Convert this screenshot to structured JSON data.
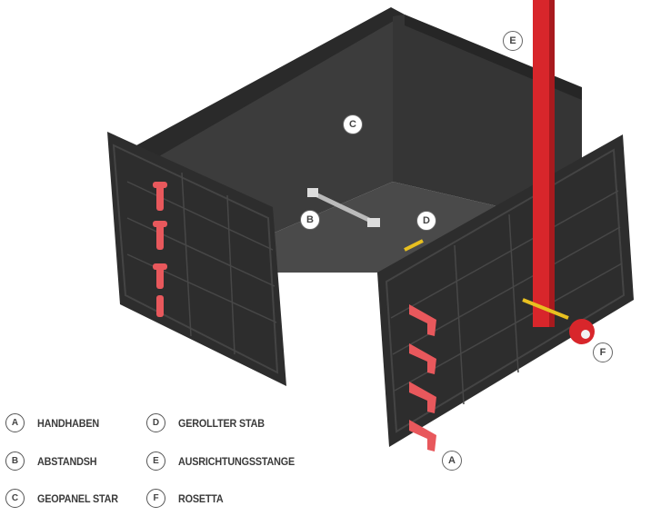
{
  "callouts": {
    "a": "A",
    "b": "B",
    "c": "C",
    "d": "D",
    "e": "E",
    "f": "F"
  },
  "legend": [
    {
      "letter": "A",
      "label": "HANDHABEN"
    },
    {
      "letter": "B",
      "label": "ABSTANDSH"
    },
    {
      "letter": "C",
      "label": "GEOPANEL STAR"
    },
    {
      "letter": "D",
      "label": "GEROLLTER STAB"
    },
    {
      "letter": "E",
      "label": "AUSRICHTUNGSSTANGE"
    },
    {
      "letter": "F",
      "label": "ROSETTA"
    }
  ],
  "colors": {
    "panel": "#2e2e2e",
    "inner": "#3b3b3b",
    "red": "#d8262b",
    "handle": "#e8585c",
    "rod": "#e8c020"
  }
}
